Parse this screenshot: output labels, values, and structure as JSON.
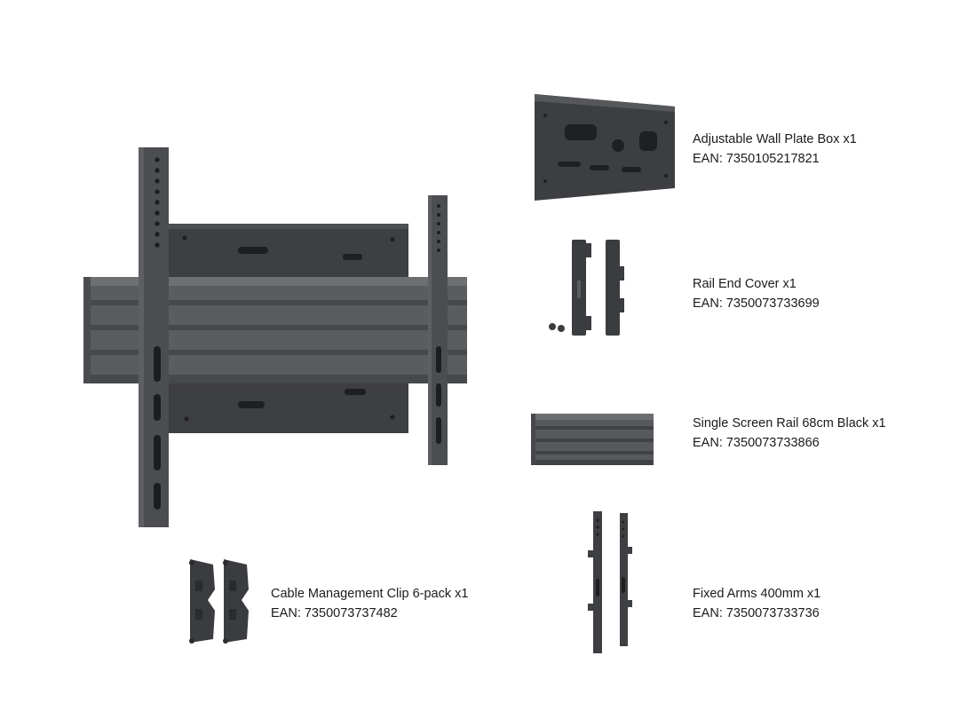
{
  "items": [
    {
      "name": "Adjustable Wall Plate Box x1",
      "ean": "EAN: 7350105217821",
      "icon": "wall-plate-box-icon"
    },
    {
      "name": "Rail End Cover x1",
      "ean": "EAN: 7350073733699",
      "icon": "rail-end-cover-icon"
    },
    {
      "name": "Single Screen Rail 68cm Black x1",
      "ean": "EAN: 7350073733866",
      "icon": "screen-rail-icon"
    },
    {
      "name": "Cable Management Clip 6-pack x1",
      "ean": "EAN: 7350073737482",
      "icon": "cable-clip-icon"
    },
    {
      "name": "Fixed Arms 400mm x1",
      "ean": "EAN: 7350073733736",
      "icon": "fixed-arms-icon"
    }
  ],
  "colors": {
    "metal_dark": "#3a3b3d",
    "metal_mid": "#55575a",
    "metal_light": "#6e7073",
    "background": "#ffffff"
  }
}
